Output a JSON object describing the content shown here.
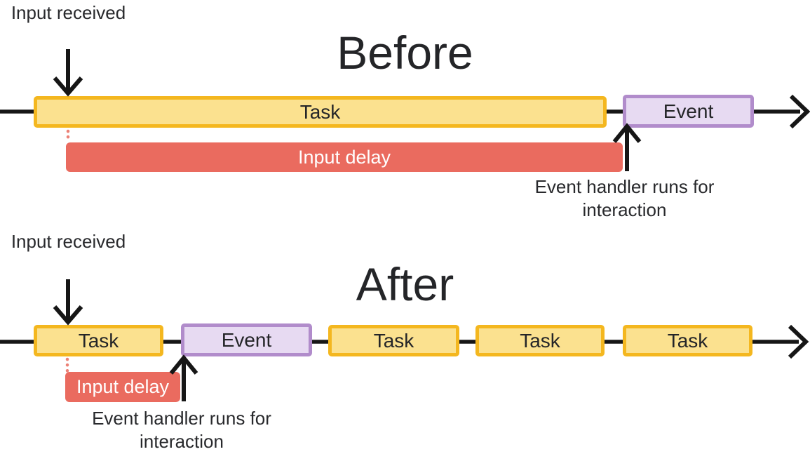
{
  "colors": {
    "task_fill": "#FBE18F",
    "task_border": "#F4B71F",
    "event_fill": "#E7DAF2",
    "event_border": "#B18CCB",
    "input_delay_fill": "#EA6B5F",
    "input_delay_text": "#FFFFFF",
    "line_black": "#161616",
    "dotted_red": "#EC8176",
    "text_dark": "#28292C"
  },
  "before": {
    "title": "Before",
    "input_received_label": "Input received",
    "task_label": "Task",
    "event_label": "Event",
    "input_delay_label": "Input delay",
    "event_handler_label": "Event handler runs for interaction"
  },
  "after": {
    "title": "After",
    "input_received_label": "Input received",
    "task_labels": [
      "Task",
      "Task",
      "Task",
      "Task"
    ],
    "event_label": "Event",
    "input_delay_label": "Input delay",
    "event_handler_label": "Event handler runs for interaction"
  }
}
